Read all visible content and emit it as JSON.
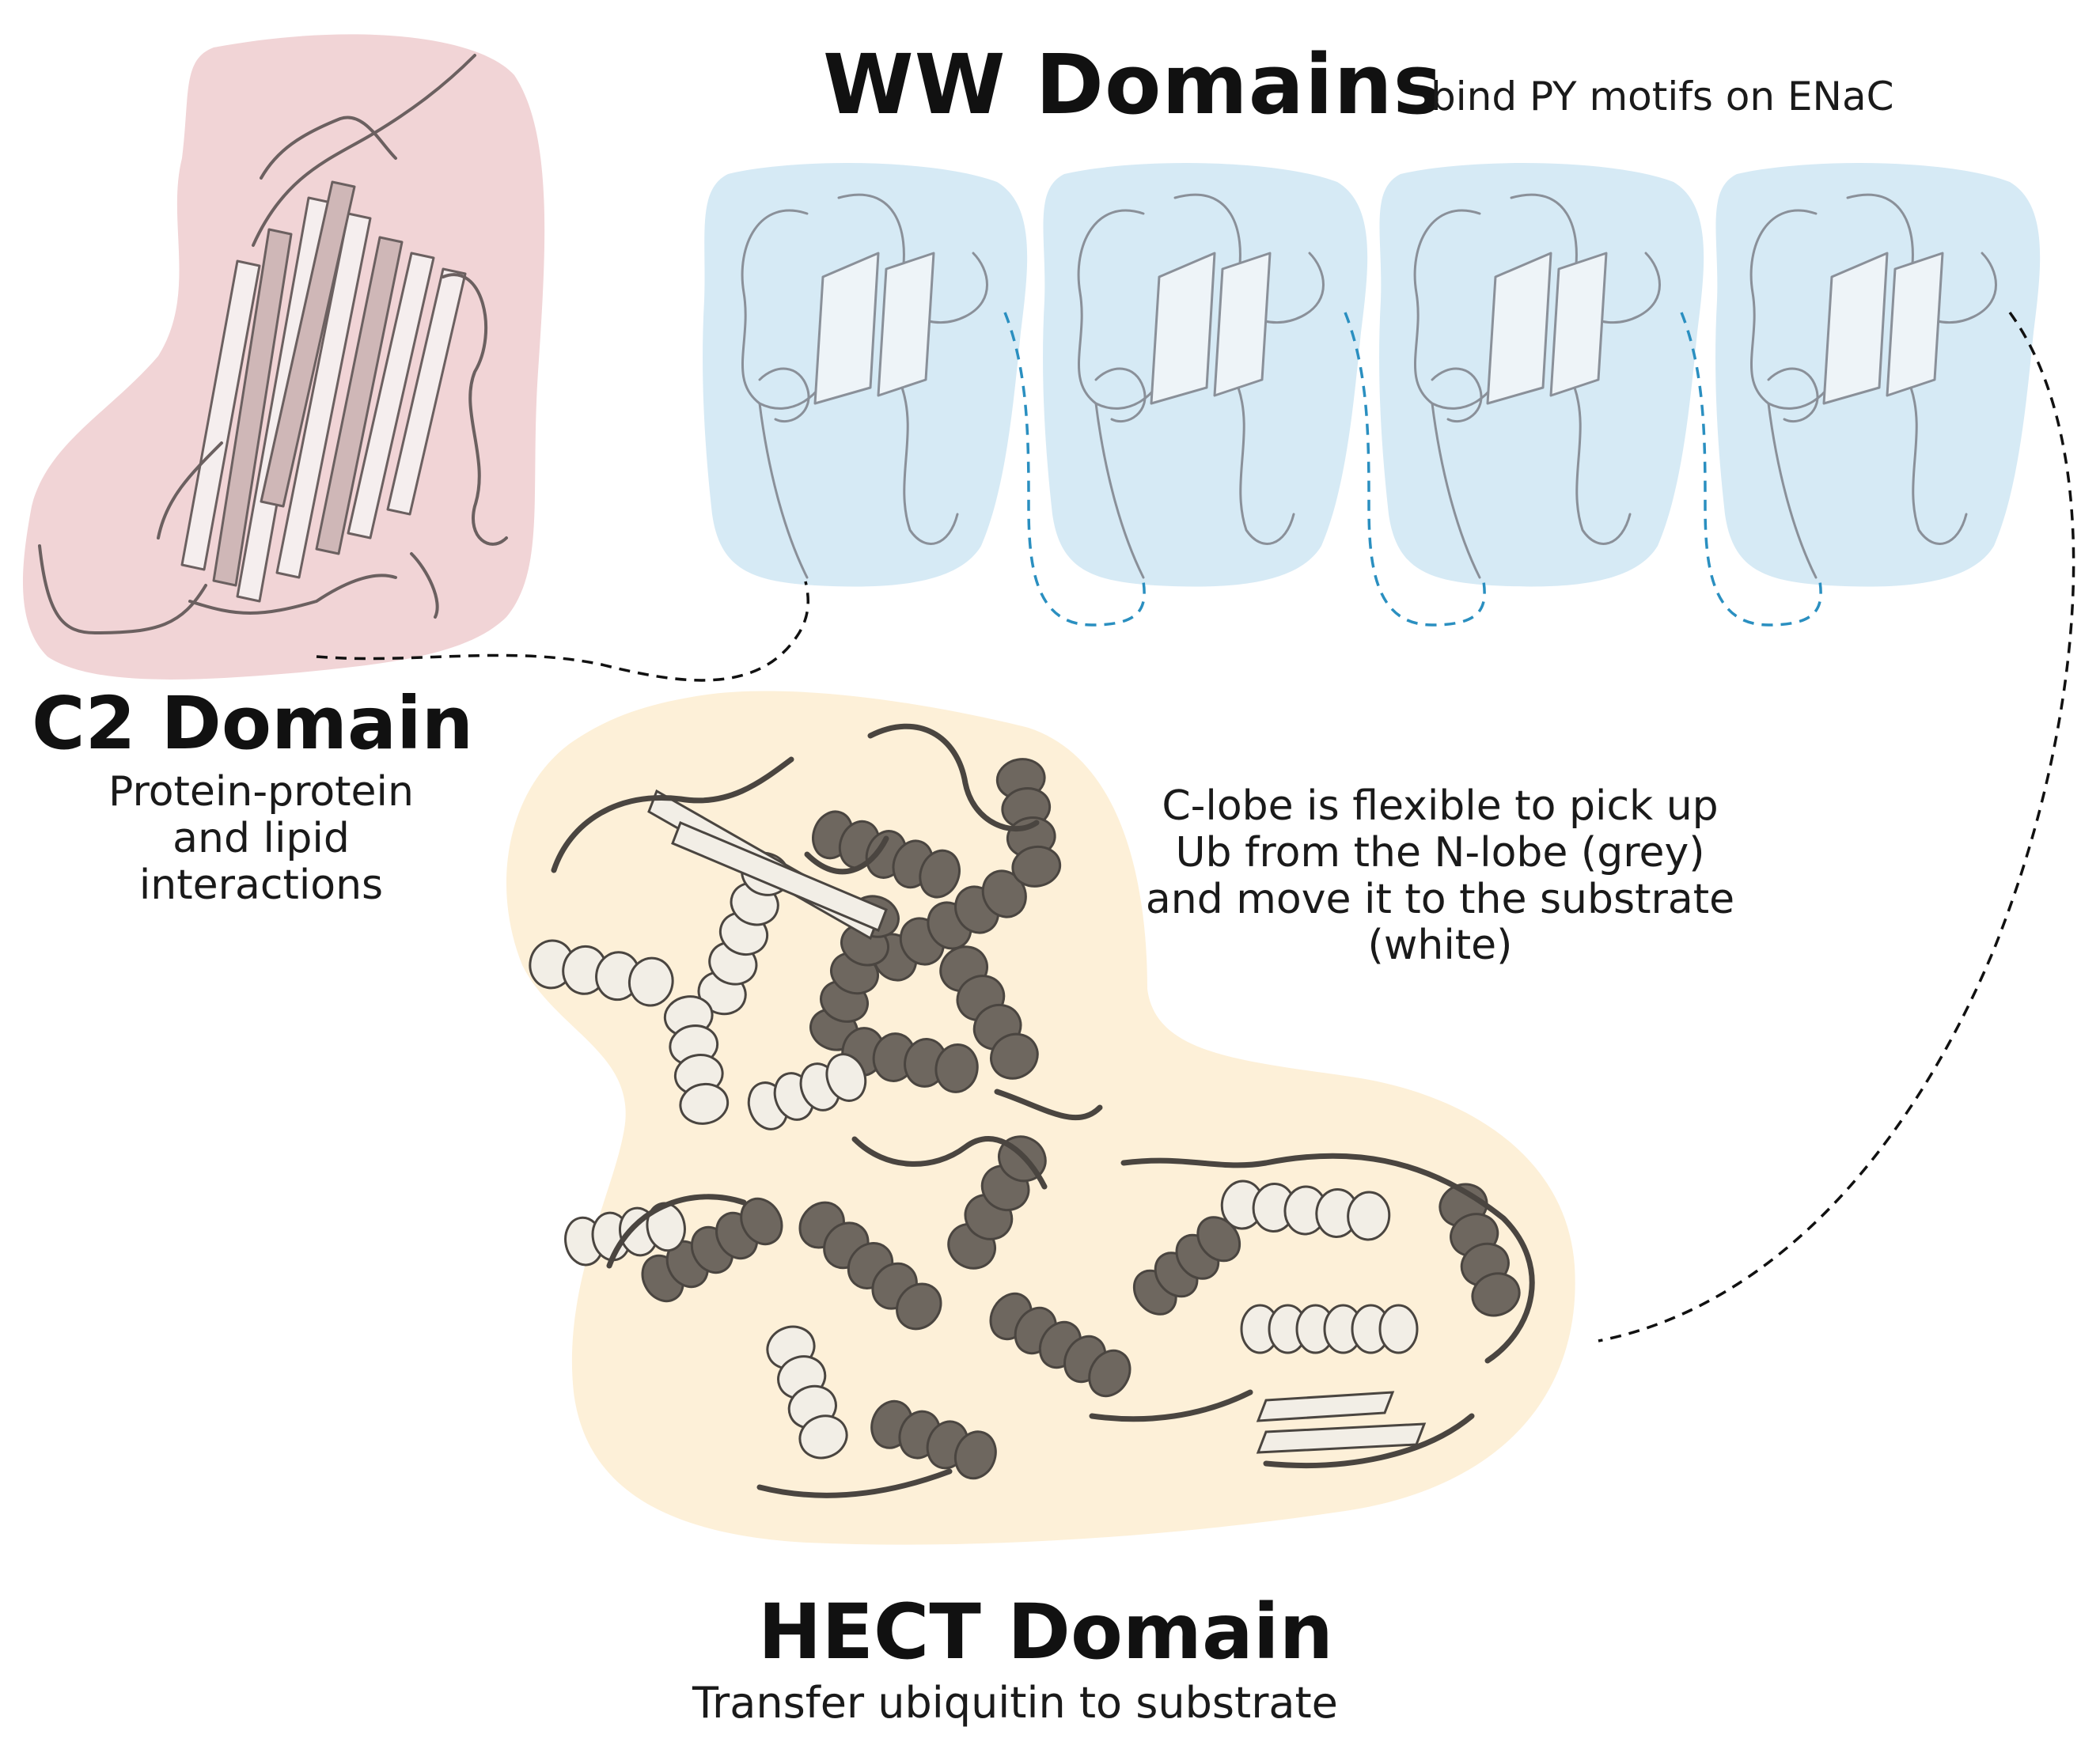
{
  "ww": {
    "title": "WW Domains",
    "subtitle": "bind PY motifs on ENaC"
  },
  "c2": {
    "title": "C2 Domain",
    "subtitle": "Protein-protein and lipid interactions"
  },
  "hect": {
    "title": "HECT Domain",
    "subtitle": "Transfer ubiquitin to substrate",
    "note": "C-lobe is flexible to pick up Ub from the N-lobe (grey) and move it to the substrate (white)"
  },
  "colors": {
    "c2_blob": "#f1d4d6",
    "ww_blob": "#d6eaf5",
    "hect_blob": "#fdf0d8",
    "linker_blue": "#2a8fc0",
    "linker_black": "#111111",
    "protein_dark": "#6e675f",
    "protein_light": "#f2eee6",
    "protein_outline": "#4a4540"
  }
}
